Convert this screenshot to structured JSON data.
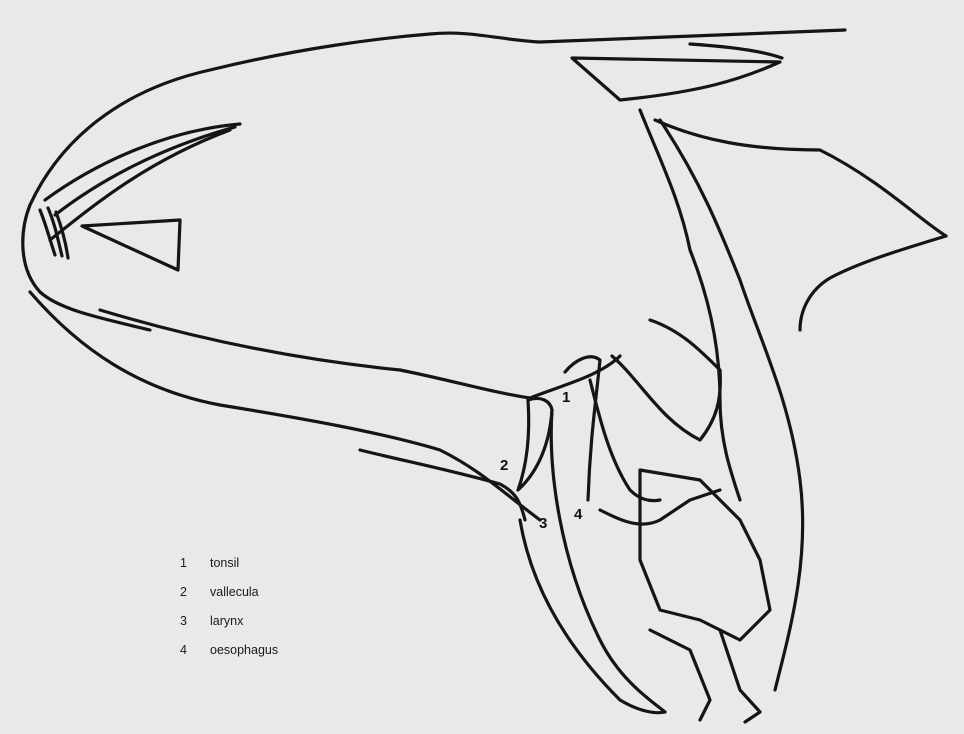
{
  "diagram": {
    "markers": [
      {
        "number": "1",
        "name": "tonsil"
      },
      {
        "number": "2",
        "name": "vallecula"
      },
      {
        "number": "3",
        "name": "larynx"
      },
      {
        "number": "4",
        "name": "oesophagus"
      }
    ]
  },
  "legend": {
    "items": [
      {
        "number": "1",
        "label": "tonsil"
      },
      {
        "number": "2",
        "label": "vallecula"
      },
      {
        "number": "3",
        "label": "larynx"
      },
      {
        "number": "4",
        "label": "oesophagus"
      }
    ]
  },
  "colors": {
    "line": "#151515",
    "paper": "#e9e9e7"
  }
}
